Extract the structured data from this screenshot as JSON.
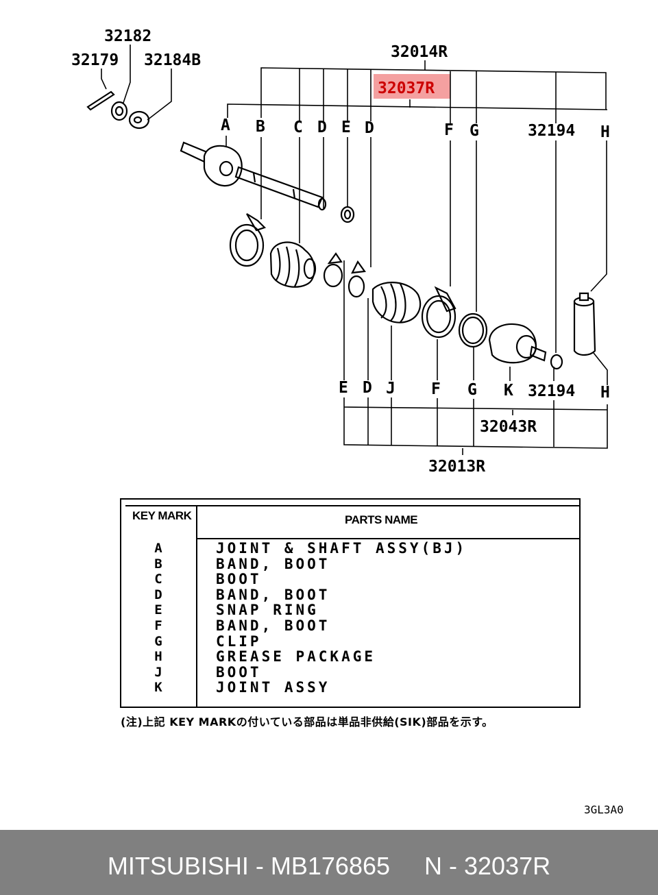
{
  "diagram": {
    "callout_highlight": "32037R",
    "part_numbers": {
      "p32182": "32182",
      "p32179": "32179",
      "p32184b": "32184B",
      "p32014r": "32014R",
      "p32194_top": "32194",
      "p32194_bottom": "32194",
      "p32043r": "32043R",
      "p32013r": "32013R"
    },
    "top_letters": [
      "A",
      "B",
      "C",
      "D",
      "E",
      "D",
      "F",
      "G",
      "H"
    ],
    "bottom_letters": [
      "E",
      "D",
      "J",
      "F",
      "G",
      "K",
      "H"
    ],
    "highlight_color": "#f4a0a0",
    "callout_text_color": "#cc0000"
  },
  "table": {
    "header_key": "KEY MARK",
    "header_name": "PARTS NAME",
    "rows": [
      {
        "key": "A",
        "name": "JOINT & SHAFT ASSY(BJ)"
      },
      {
        "key": "B",
        "name": "BAND, BOOT"
      },
      {
        "key": "C",
        "name": "BOOT"
      },
      {
        "key": "D",
        "name": "BAND, BOOT"
      },
      {
        "key": "E",
        "name": "SNAP RING"
      },
      {
        "key": "F",
        "name": "BAND, BOOT"
      },
      {
        "key": "G",
        "name": "CLIP"
      },
      {
        "key": "H",
        "name": "GREASE PACKAGE"
      },
      {
        "key": "J",
        "name": "BOOT"
      },
      {
        "key": "K",
        "name": "JOINT ASSY"
      }
    ]
  },
  "note": "(注)上記 KEY MARKの付いている部品は単品非供給(SIK)部品を示す。",
  "diagram_code": "3GL3A0",
  "footer": {
    "text": "MITSUBISHI - MB176865     N - 32037R",
    "background": "#808080"
  }
}
